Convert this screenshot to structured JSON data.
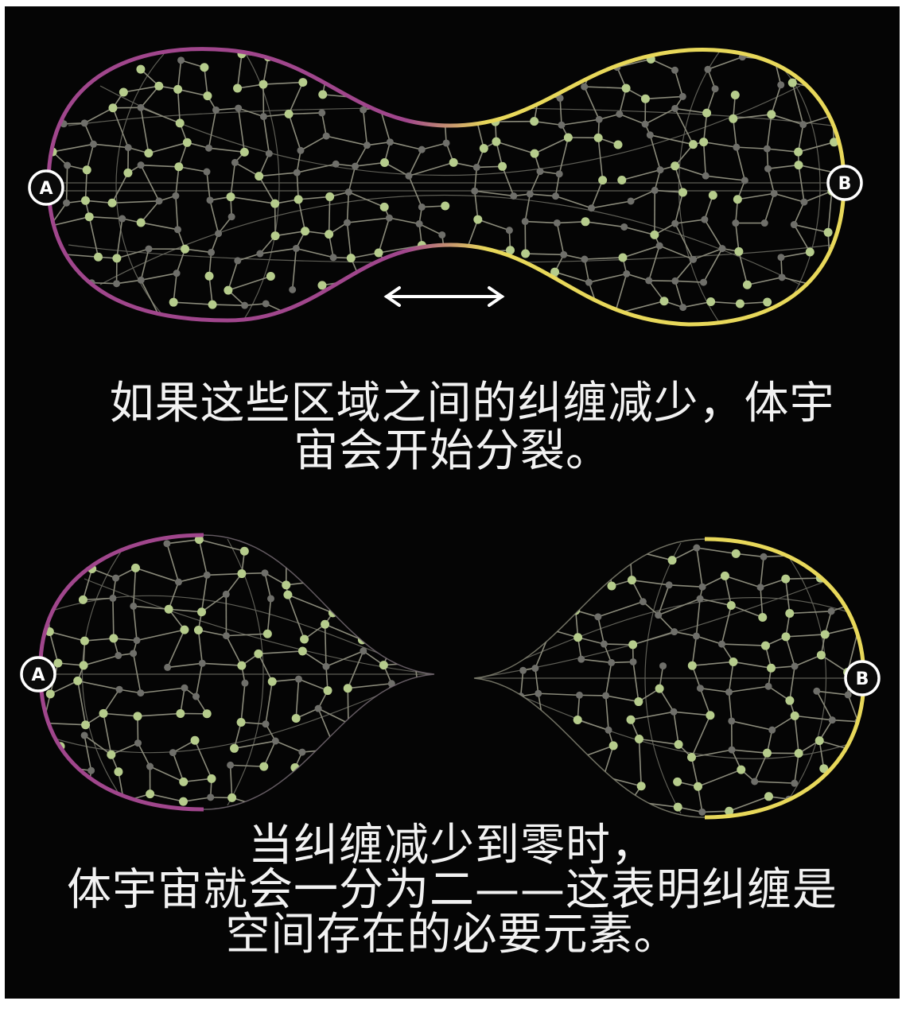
{
  "labels": {
    "top_left": "A",
    "top_right": "B",
    "bottom_left": "A",
    "bottom_right": "B"
  },
  "captions": {
    "top_line1": "如果这些区域之间的纠缠减少，体宇",
    "top_line2": "宙会开始分裂。",
    "bottom_line1": "当纠缠减少到零时，",
    "bottom_line2": "体宇宙就会一分为二——这表明纠缠是",
    "bottom_line3": "空间存在的必要元素。"
  },
  "colors": {
    "background": "#050505",
    "region_a": "#a0468c",
    "region_b": "#e8d85a",
    "node": "#b6cc8c",
    "mesh": "#8a8a7a",
    "text": "#f2f2f2"
  },
  "icons": [
    "double-arrow-icon"
  ]
}
